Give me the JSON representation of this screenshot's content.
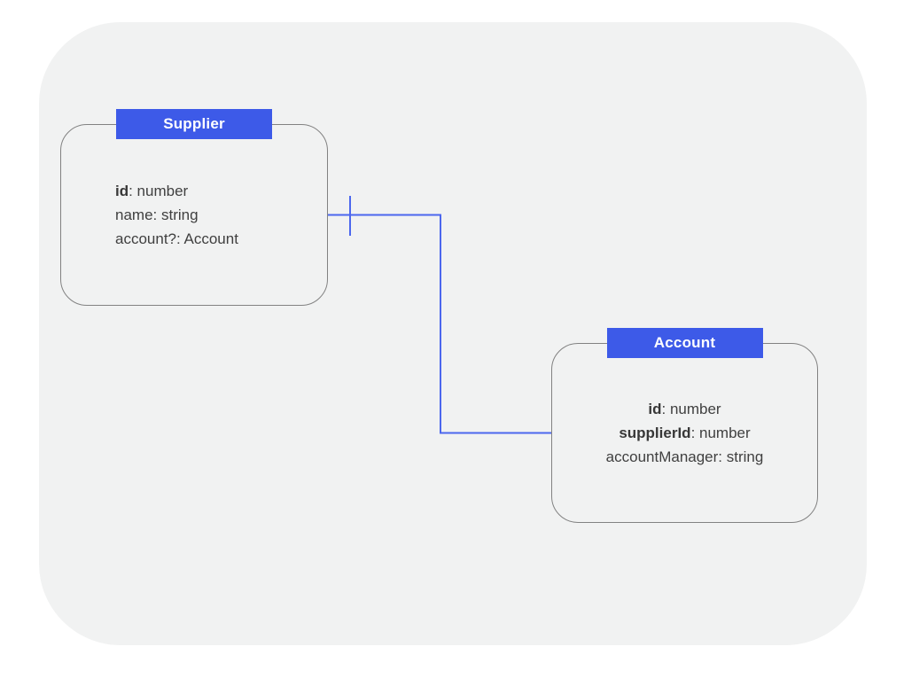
{
  "diagram": {
    "entities": [
      {
        "title": "Supplier",
        "fields": [
          {
            "label": "id",
            "bold": true,
            "suffix": ": number"
          },
          {
            "label": "name",
            "bold": false,
            "suffix": ": string"
          },
          {
            "label": "account?",
            "bold": false,
            "suffix": ": Account"
          }
        ]
      },
      {
        "title": "Account",
        "fields": [
          {
            "label": "id",
            "bold": true,
            "suffix": ": number"
          },
          {
            "label": "supplierId",
            "bold": true,
            "suffix": ": number"
          },
          {
            "label": "accountManager",
            "bold": false,
            "suffix": ": string"
          }
        ]
      }
    ],
    "relationship": {
      "from": "Supplier",
      "to": "Account",
      "cardinality_marker": "one"
    },
    "colors": {
      "header_blue": "#3d5ae8",
      "connector_blue": "#4c67ee",
      "canvas_gray": "#f1f2f2",
      "border_gray": "#828282",
      "text_dark": "#404040"
    }
  }
}
